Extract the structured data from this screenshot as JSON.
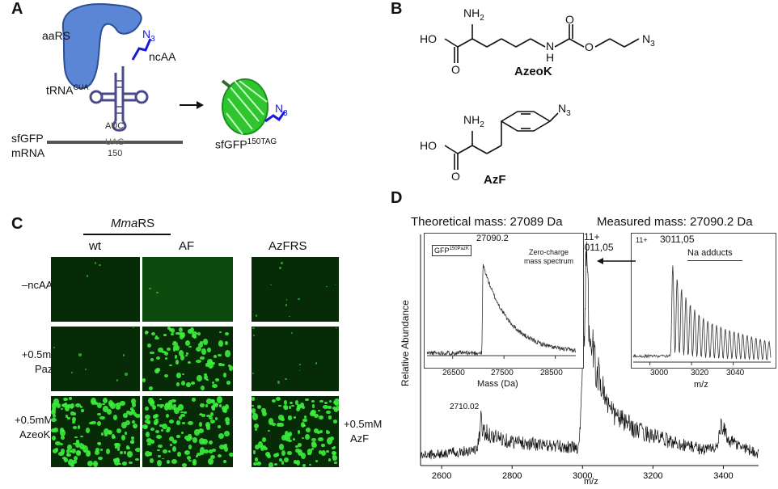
{
  "panel_letters": {
    "a": "A",
    "b": "B",
    "c": "C",
    "d": "D"
  },
  "panel_a": {
    "aars": "aaRS",
    "n3": "N",
    "n3_sub": "3",
    "ncaa": "ncAA",
    "trna": "tRNA",
    "trna_sup": "CUA",
    "anticodon": "AUC",
    "sfgfp": "sfGFP",
    "mrna": "mRNA",
    "codon": "UAG",
    "position": "150",
    "product": "sfGFP",
    "product_sup": "150TAG",
    "colors": {
      "aars": "#5b86d6",
      "trna": "#4a4a8a",
      "azide": "#1a1ad6",
      "gfp": "#2fc52f"
    }
  },
  "panel_b": {
    "ho": "HO",
    "nh2": "NH",
    "nh2_sub": "2",
    "o": "O",
    "nh": "N",
    "h": "H",
    "n3": "N",
    "n3_sub": "3",
    "azeok": "AzeoK",
    "azf": "AzF"
  },
  "panel_c": {
    "group_title": "MmaRS",
    "group_title_italic": "Mma",
    "group_title_rest": "RS",
    "col_wt": "wt",
    "col_af": "AF",
    "col_azfrs": "AzFRS",
    "row1": "–ncAA",
    "row2a": "+0.5mM",
    "row2b": "PazK",
    "row3a": "+0.5mM",
    "row3b": "AzeoK",
    "row3_side_a": "+0.5mM",
    "row3_side_b": "AzF",
    "micro_color": "#0a3a0a",
    "cell_color": "#3cf03c"
  },
  "panel_d": {
    "theoretical": "Theoretical mass: 27089 Da",
    "measured": "Measured mass: 27090.2 Da",
    "ylabel": "Relative Abundance",
    "xlabel": "m/z",
    "peak_label_charge": "11+",
    "peak_label_mz": "3011,05",
    "peak_2710": "2710.02",
    "inset1": {
      "legend": "GFP",
      "legend_sup": "150PazK",
      "peak": "27090.2",
      "note1": "Zero-charge",
      "note2": "mass spectrum",
      "xlabel": "Mass (Da)",
      "xticks": [
        "26500",
        "27500",
        "28500"
      ]
    },
    "inset2": {
      "charge": "11+",
      "mz": "3011,05",
      "note": "Na adducts",
      "xlabel": "m/z",
      "xticks": [
        "3000",
        "3020",
        "3040"
      ]
    }
  },
  "chart_data": {
    "type": "line",
    "title": "",
    "xlabel": "m/z",
    "ylabel": "Relative Abundance",
    "xlim": [
      2540,
      3500
    ],
    "xticks": [
      2600,
      2800,
      3000,
      3200,
      3400
    ],
    "series": [
      {
        "x": [
          2540,
          2600,
          2650,
          2700,
          2708,
          2710,
          2715,
          2740,
          2800,
          2900,
          2990,
          3005,
          3011,
          3020,
          3040,
          3080,
          3150,
          3250,
          3350,
          3385,
          3392,
          3420,
          3500
        ],
        "y": [
          5,
          6,
          7,
          8,
          15,
          26,
          18,
          15,
          12,
          10,
          9,
          70,
          100,
          66,
          48,
          27,
          18,
          12,
          8,
          10,
          20,
          12,
          6
        ]
      }
    ]
  }
}
